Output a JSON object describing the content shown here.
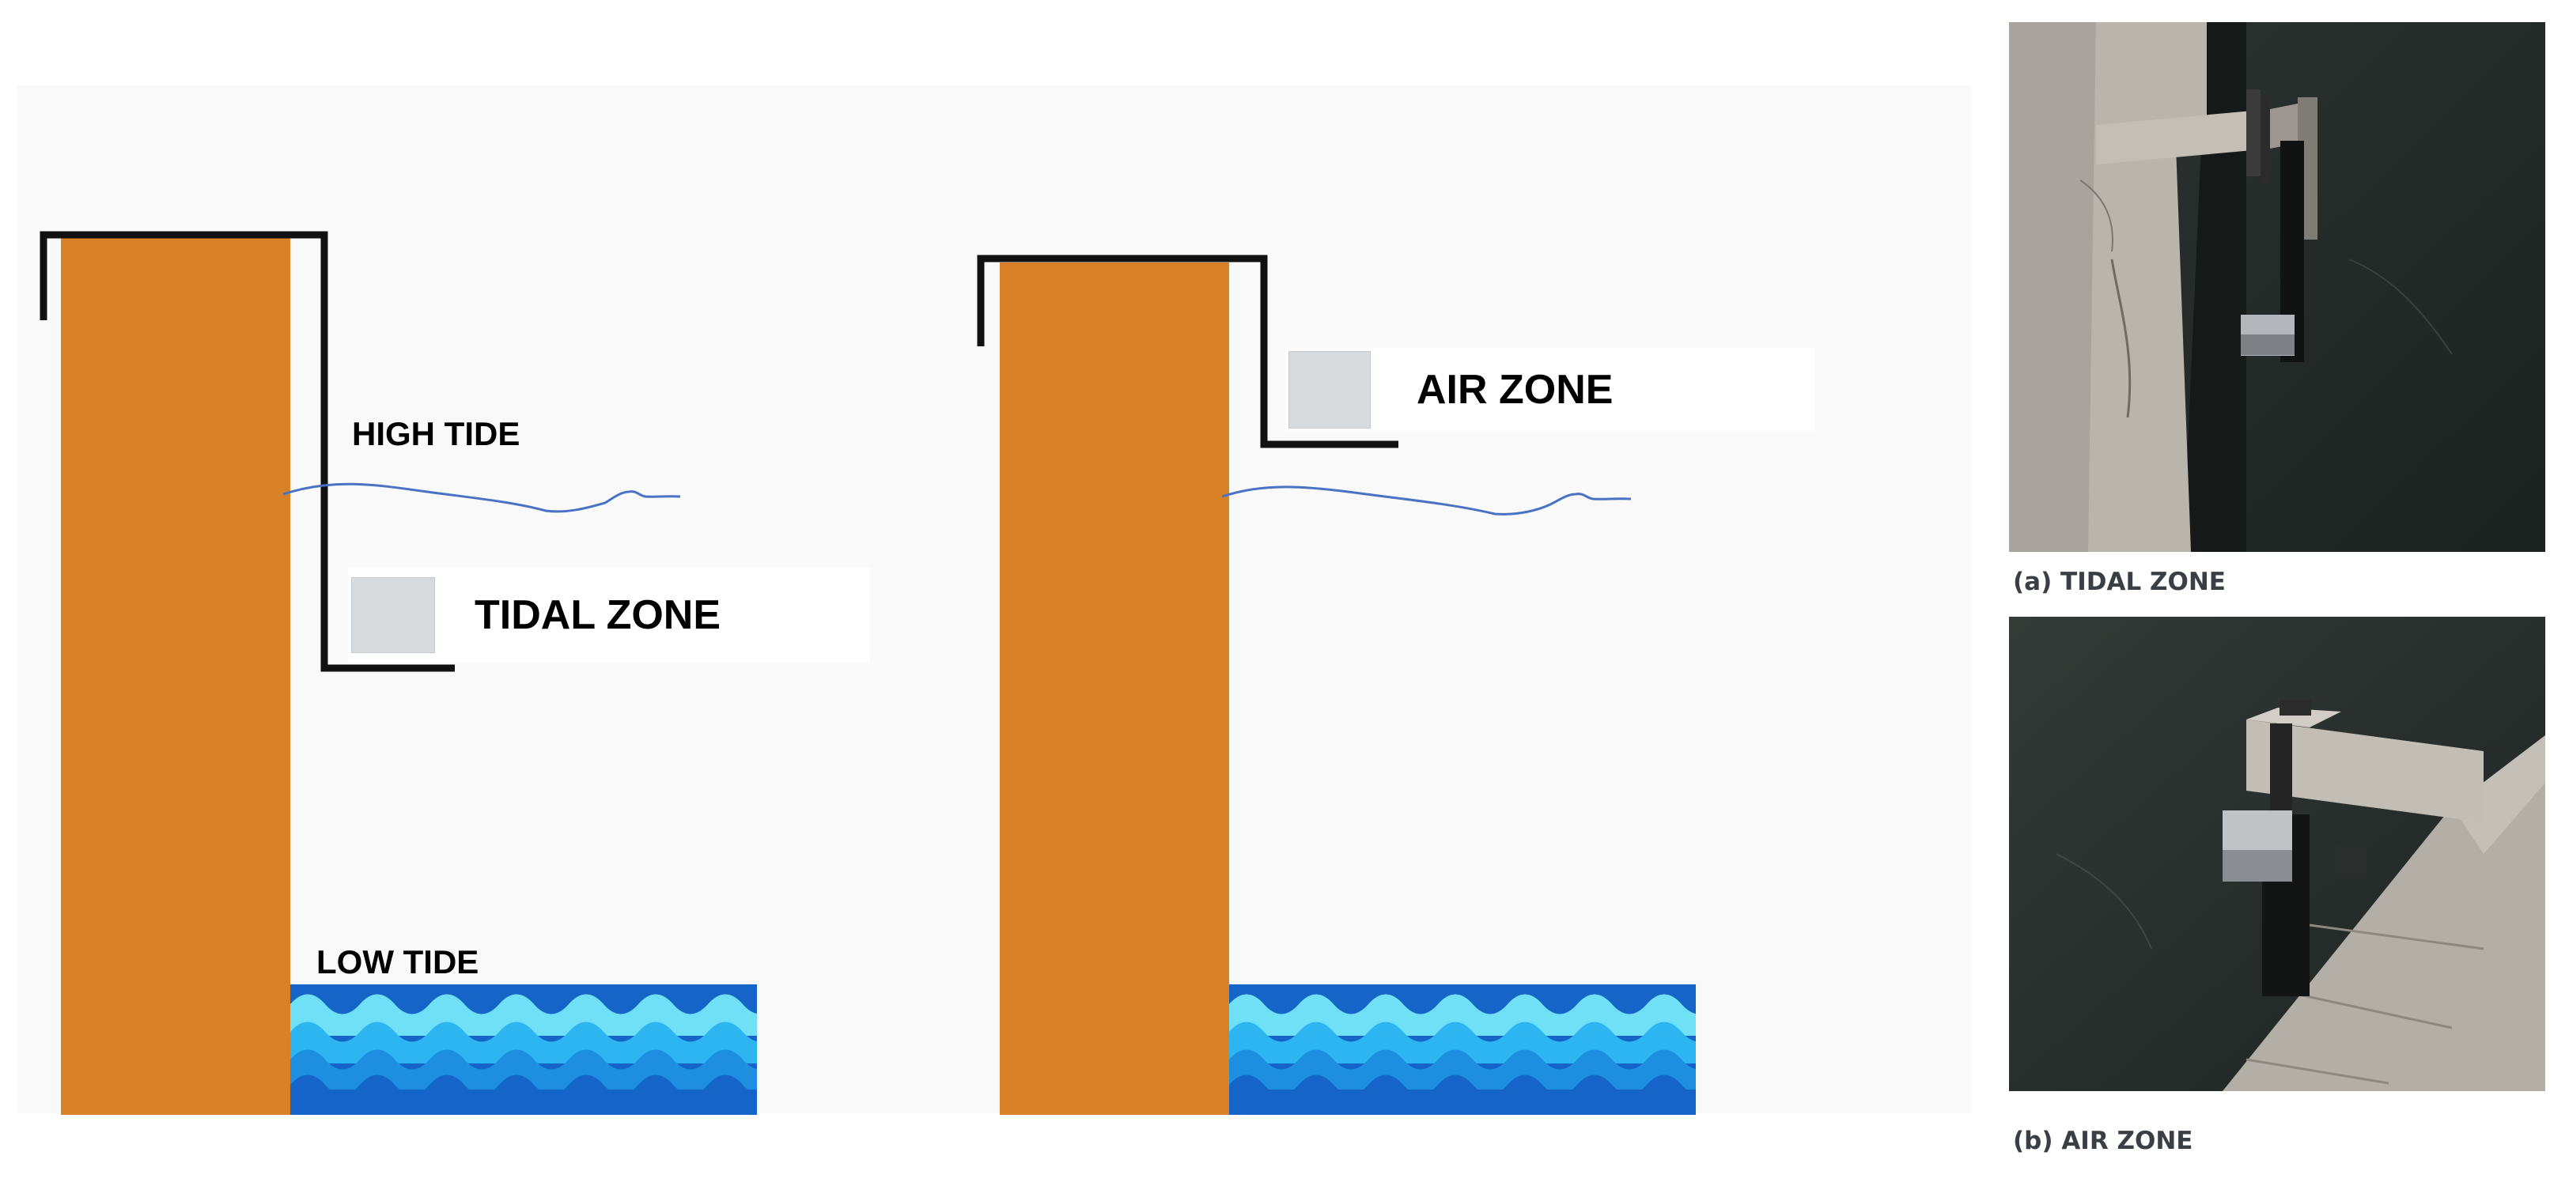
{
  "left_diagram": {
    "high_tide_label": "HIGH TIDE",
    "low_tide_label": "LOW TIDE",
    "zone_label": "TIDAL ZONE"
  },
  "right_diagram": {
    "zone_label": "AIR ZONE"
  },
  "photos": {
    "tidal_caption": "(a) TIDAL ZONE",
    "air_caption": "(b) AIR ZONE"
  },
  "colors": {
    "panel_background": "#f9f9f9",
    "wall": "#d98127",
    "bracket": "#111111",
    "water_line": "#4a72c4",
    "wave_light": "#6fe0f5",
    "wave_mid": "#2db5f2",
    "wave_dark": "#1565c8",
    "sample_block": "#d8dbdd",
    "caption_text": "#3a3f46"
  }
}
